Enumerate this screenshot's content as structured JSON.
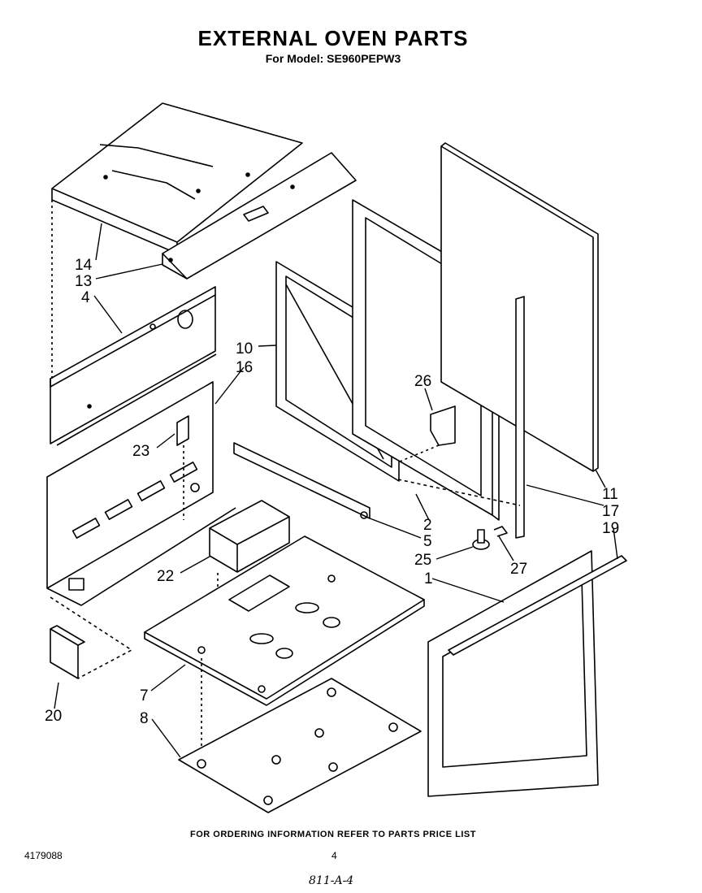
{
  "header": {
    "title": "EXTERNAL OVEN PARTS",
    "subtitle": "For Model: SE960PEPW3"
  },
  "callouts": [
    {
      "id": "c14",
      "label": "14",
      "part": "top-panel"
    },
    {
      "id": "c13",
      "label": "13",
      "part": "rear-top-channel"
    },
    {
      "id": "c4",
      "label": "4",
      "part": "upper-back-panel"
    },
    {
      "id": "c10",
      "label": "10",
      "part": "window-frame"
    },
    {
      "id": "c16",
      "label": "16",
      "part": "lower-back-panel"
    },
    {
      "id": "c23",
      "label": "23",
      "part": "bracket"
    },
    {
      "id": "c26",
      "label": "26",
      "part": "hinge-bracket"
    },
    {
      "id": "c2",
      "label": "2",
      "part": "inner-door-frame"
    },
    {
      "id": "c5",
      "label": "5",
      "part": "side-rail"
    },
    {
      "id": "c25",
      "label": "25",
      "part": "knob-fitting"
    },
    {
      "id": "c27",
      "label": "27",
      "part": "clip"
    },
    {
      "id": "c11",
      "label": "11",
      "part": "outer-door-panel"
    },
    {
      "id": "c17",
      "label": "17",
      "part": "trim-strip"
    },
    {
      "id": "c19",
      "label": "19",
      "part": "front-top-strip"
    },
    {
      "id": "c1",
      "label": "1",
      "part": "front-frame"
    },
    {
      "id": "c22",
      "label": "22",
      "part": "box-cover"
    },
    {
      "id": "c7",
      "label": "7",
      "part": "oven-bottom"
    },
    {
      "id": "c8",
      "label": "8",
      "part": "bottom-plate"
    },
    {
      "id": "c20",
      "label": "20",
      "part": "corner-bracket"
    }
  ],
  "footer": {
    "note": "FOR ORDERING INFORMATION REFER TO PARTS PRICE LIST",
    "doc_number": "4179088",
    "page": "4",
    "handwritten": "811-A-4"
  }
}
